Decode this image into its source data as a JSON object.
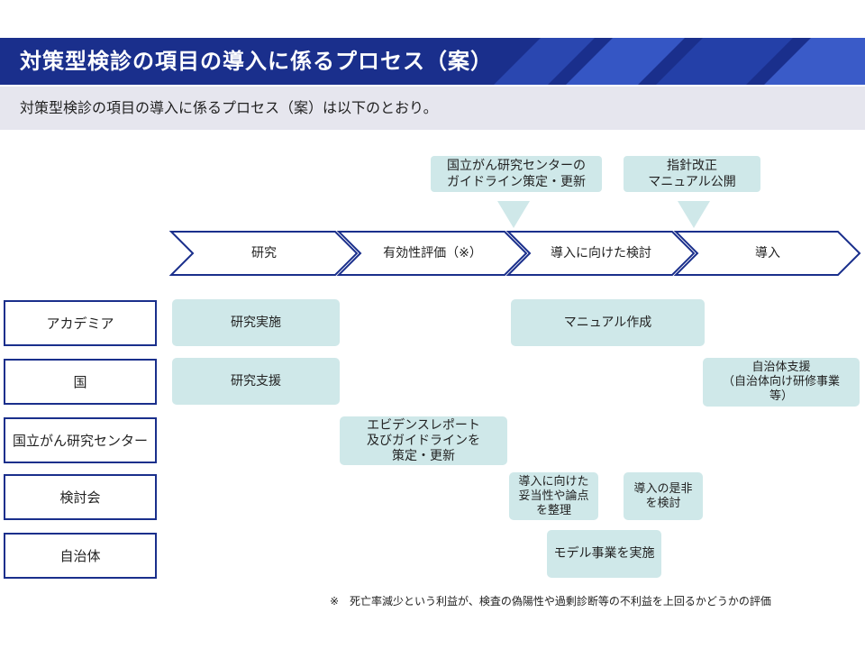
{
  "title": "対策型検診の項目の導入に係るプロセス（案）",
  "subtitle": "対策型検診の項目の導入に係るプロセス（案）は以下のとおり。",
  "colors": {
    "banner": "#1a2f8c",
    "box_fill": "#cfe8e9",
    "outline": "#1a2f8c"
  },
  "callouts": [
    {
      "text": "国立がん研究センターの\nガイドライン策定・更新"
    },
    {
      "text": "指針改正\nマニュアル公開"
    }
  ],
  "stages": [
    "研究",
    "有効性評価（※）",
    "導入に向けた検討",
    "導入"
  ],
  "rows": [
    "アカデミア",
    "国",
    "国立がん研究センター",
    "検討会",
    "自治体"
  ],
  "tasks": [
    {
      "text": "研究実施",
      "row": "アカデミア"
    },
    {
      "text": "マニュアル作成",
      "row": "アカデミア"
    },
    {
      "text": "研究支援",
      "row": "国"
    },
    {
      "text": "自治体支援\n（自治体向け研修事業\n等）",
      "row": "国"
    },
    {
      "text": "エビデンスレポート\n及びガイドラインを\n策定・更新",
      "row": "国立がん研究センター"
    },
    {
      "text": "導入に向けた\n妥当性や論点\nを整理",
      "row": "検討会"
    },
    {
      "text": "導入の是非\nを検討",
      "row": "検討会"
    },
    {
      "text": "モデル事業を実施",
      "row": "自治体"
    }
  ],
  "footnote": "※　死亡率減少という利益が、検査の偽陽性や過剰診断等の不利益を上回るかどうかの評価"
}
